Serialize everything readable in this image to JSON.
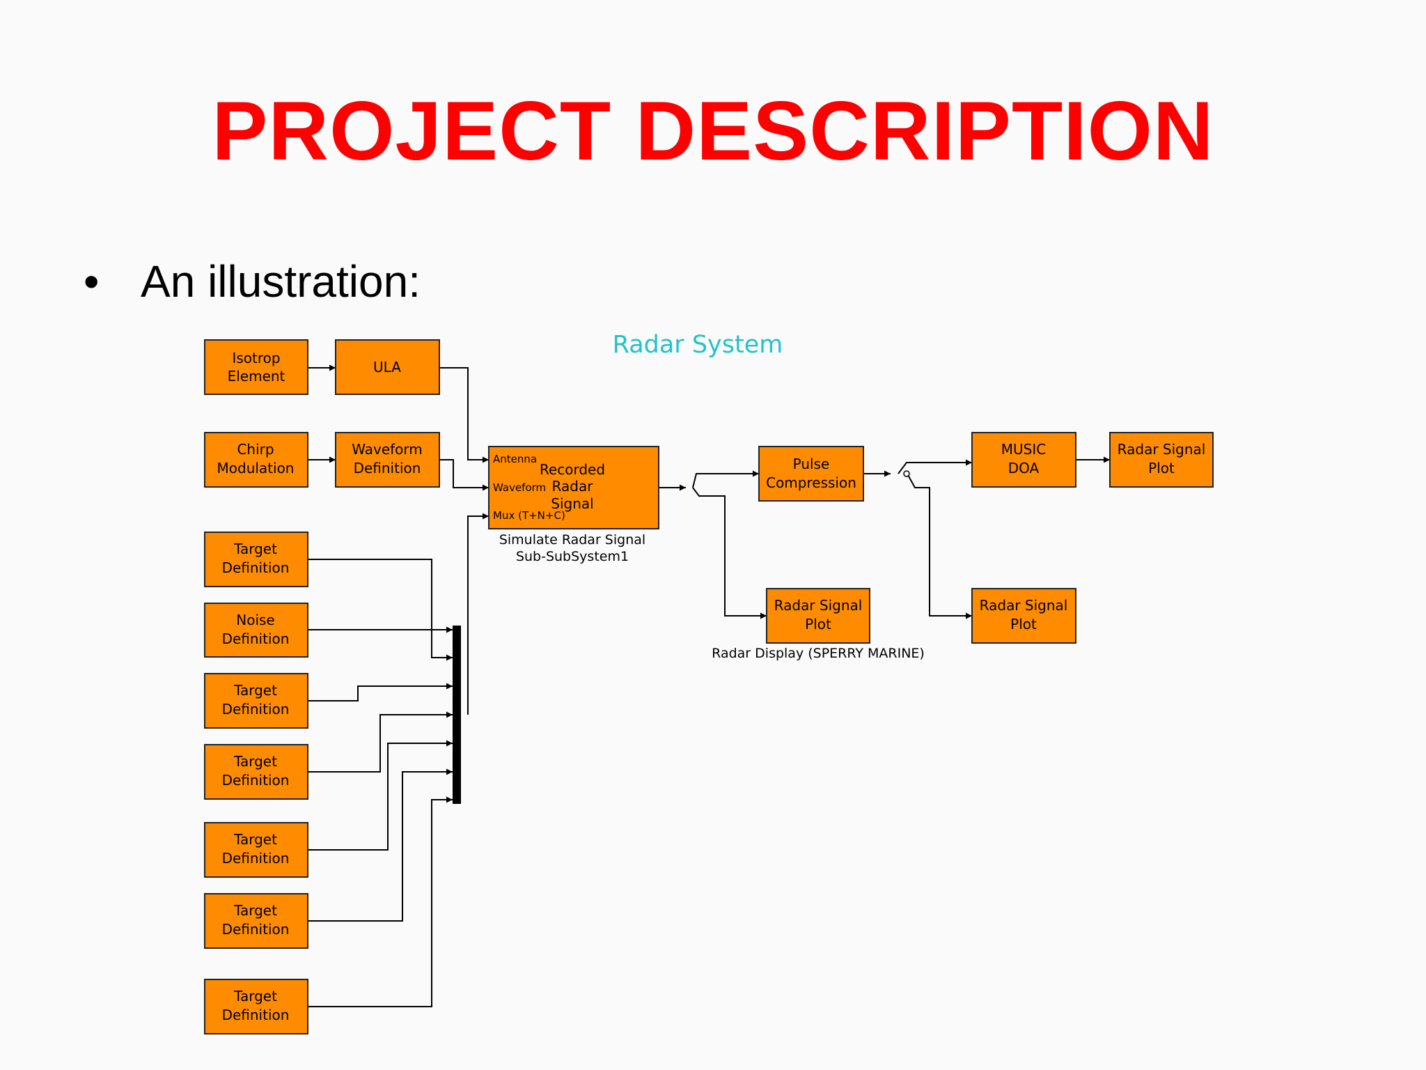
{
  "slide": {
    "title": "PROJECT DESCRIPTION",
    "bullet_symbol": "•",
    "bullet_text": "An illustration:"
  },
  "diagram": {
    "system_title": "Radar System",
    "blocks": {
      "isotrop": [
        "Isotrop",
        "Element"
      ],
      "ula": [
        "ULA"
      ],
      "chirp": [
        "Chirp",
        "Modulation"
      ],
      "waveform": [
        "Waveform",
        "Definition"
      ],
      "sim": [
        "Recorded",
        "Radar",
        "Signal"
      ],
      "pulse": [
        "Pulse",
        "Compression"
      ],
      "music": [
        "MUSIC",
        "DOA"
      ],
      "plot_top": [
        "Radar Signal",
        "Plot"
      ],
      "plot_mid": [
        "Radar Signal",
        "Plot"
      ],
      "plot_right": [
        "Radar Signal",
        "Plot"
      ],
      "target1": [
        "Target",
        "Definition"
      ],
      "noise": [
        "Noise",
        "Definition"
      ],
      "target2": [
        "Target",
        "Definition"
      ],
      "target3": [
        "Target",
        "Definition"
      ],
      "target4": [
        "Target",
        "Definition"
      ],
      "target5": [
        "Target",
        "Definition"
      ],
      "target6": [
        "Target",
        "Definition"
      ]
    },
    "sim_ports": [
      "Antenna",
      "Waveform",
      "Mux (T+N+C)"
    ],
    "sim_caption": [
      "Simulate Radar Signal",
      "Sub-SubSystem1"
    ],
    "display_caption": "Radar Display (SPERRY MARINE)"
  },
  "colors": {
    "title": "#ff0000",
    "block_fill": "#ff8c00",
    "block_stroke": "#222222",
    "system_title": "#22c3cc",
    "wire": "#000000"
  }
}
